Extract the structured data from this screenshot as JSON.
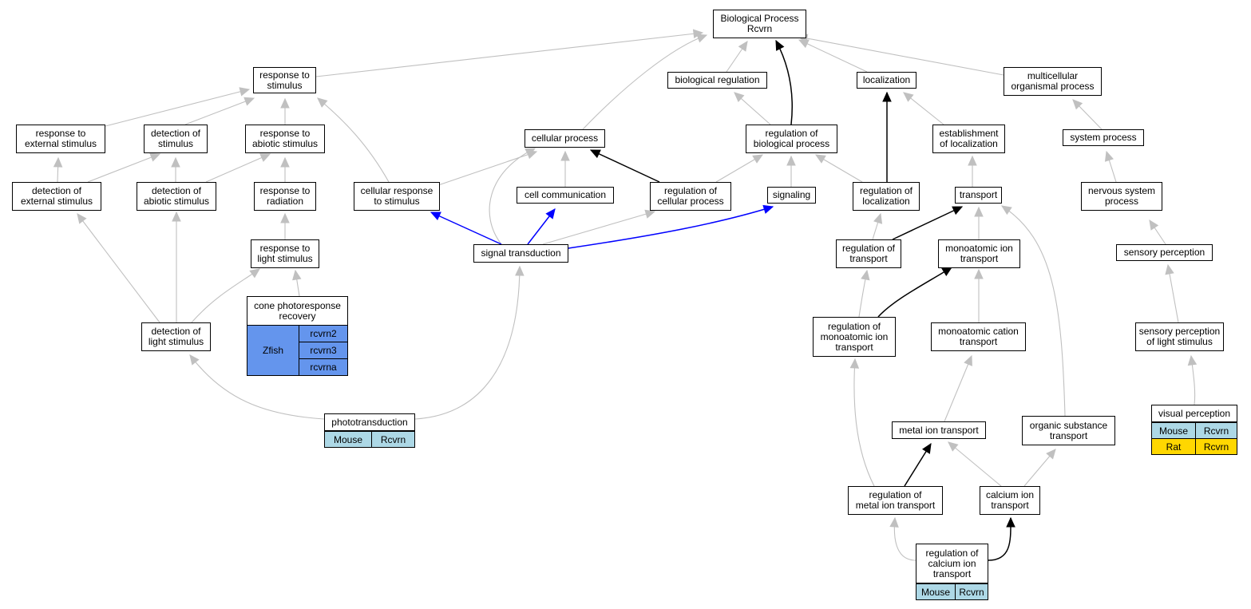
{
  "nodes": {
    "bp": "Biological Process\nRcvrn",
    "resp_stim": "response to\nstimulus",
    "bio_reg": "biological regulation",
    "localization": "localization",
    "multicell": "multicellular\norganismal process",
    "resp_ext": "response to\nexternal stimulus",
    "det_stim": "detection of\nstimulus",
    "resp_abiotic": "response to\nabiotic stimulus",
    "cell_proc": "cellular process",
    "reg_bio": "regulation of\nbiological process",
    "estab_loc": "establishment\nof localization",
    "system_proc": "system process",
    "det_ext": "detection of\nexternal stimulus",
    "det_abiotic": "detection of\nabiotic stimulus",
    "resp_rad": "response to\nradiation",
    "cell_resp": "cellular response\nto stimulus",
    "cell_comm": "cell communication",
    "reg_cell": "regulation of\ncellular process",
    "signaling": "signaling",
    "reg_loc": "regulation of\nlocalization",
    "transport": "transport",
    "nervous": "nervous system\nprocess",
    "resp_light": "response to\nlight stimulus",
    "sig_trans": "signal transduction",
    "reg_transport": "regulation of\ntransport",
    "mono_ion": "monoatomic ion\ntransport",
    "sens_perc": "sensory perception",
    "det_light": "detection of\nlight stimulus",
    "cone": "cone photoresponse\nrecovery",
    "reg_mono": "regulation of\nmonoatomic ion\ntransport",
    "mono_cation": "monoatomic cation\ntransport",
    "sens_light": "sensory perception\nof light stimulus",
    "phototrans": "phototransduction",
    "metal_ion": "metal ion transport",
    "organic": "organic substance\ntransport",
    "visual": "visual perception",
    "reg_metal": "regulation of\nmetal ion transport",
    "calcium": "calcium ion\ntransport",
    "reg_calcium": "regulation of\ncalcium ion\ntransport"
  },
  "annotations": {
    "cone": {
      "species": "Zfish",
      "genes": [
        "rcvrn2",
        "rcvrn3",
        "rcvrna"
      ],
      "color": "#6495ed"
    },
    "phototrans": {
      "rows": [
        {
          "species": "Mouse",
          "gene": "Rcvrn",
          "color": "#add8e6"
        }
      ]
    },
    "reg_calcium": {
      "rows": [
        {
          "species": "Mouse",
          "gene": "Rcvrn",
          "color": "#add8e6"
        }
      ]
    },
    "visual": {
      "rows": [
        {
          "species": "Mouse",
          "gene": "Rcvrn",
          "color": "#add8e6"
        },
        {
          "species": "Rat",
          "gene": "Rcvrn",
          "color": "#ffd700"
        }
      ]
    }
  },
  "edge_colors": {
    "is_a": "#c0c0c0",
    "regulates": "#000000",
    "part_of": "#0000ff"
  }
}
